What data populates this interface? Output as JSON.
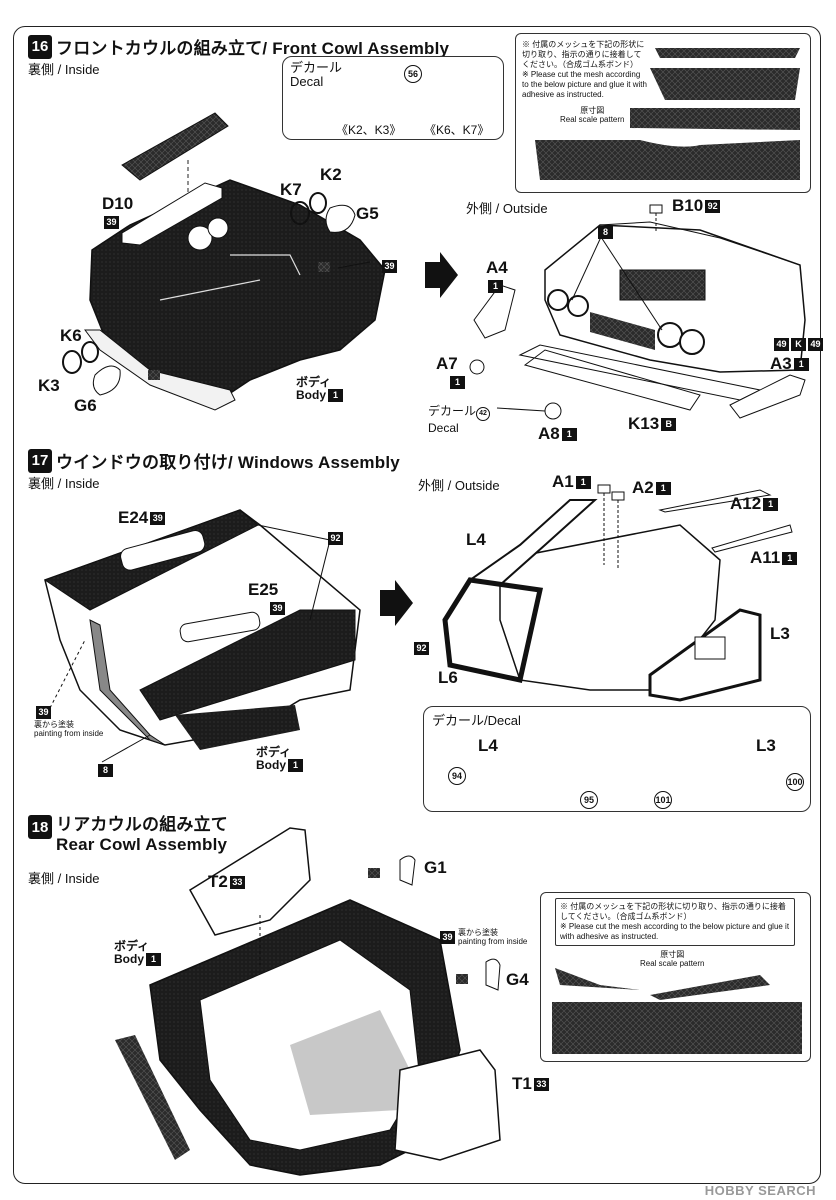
{
  "step16": {
    "number": "16",
    "title": "フロントカウルの組み立て/ Front Cowl Assembly",
    "inside": "裏側 / Inside",
    "outside": "外側 / Outside",
    "decal_box": {
      "title_jp": "デカール",
      "title_en": "Decal",
      "decal_no": "56",
      "left": "《K2、K3》",
      "right": "《K6、K7》"
    },
    "note": {
      "line1": "※ 付属のメッシュを下記の形状に切り取り、指示の通りに接着してください。（合成ゴム系ボンド）",
      "line2": "※ Please cut the mesh according to the below picture and glue it with adhesive as instructed.",
      "scale_jp": "原寸図",
      "scale_en": "Real scale pattern"
    },
    "parts": {
      "d10": "D10",
      "d10_ref": "39",
      "k7": "K7",
      "k2": "K2",
      "g5": "G5",
      "k6": "K6",
      "k3": "K3",
      "g6": "G6",
      "ref39": "39",
      "body_jp": "ボディ",
      "body_en": "Body",
      "body_ref": "1",
      "a4": "A4",
      "a4_ref": "1",
      "a7": "A7",
      "a7_ref": "1",
      "decal_jp": "デカール",
      "decal_en": "Decal",
      "decal_no": "42",
      "a8": "A8",
      "a8_ref": "1",
      "k13": "K13",
      "k13_ref": "B",
      "b10": "B10",
      "b10_ref": "92",
      "ref8": "8",
      "a3": "A3",
      "a3_ref": "1",
      "ref49a": "49",
      "ref49b": "49",
      "ref49mid": "K"
    }
  },
  "step17": {
    "number": "17",
    "title": "ウインドウの取り付け/ Windows Assembly",
    "inside": "裏側 / Inside",
    "outside": "外側 / Outside",
    "parts": {
      "e24": "E24",
      "e24_ref": "39",
      "e25": "E25",
      "e25_ref": "39",
      "ref92": "92",
      "ref39": "39",
      "paint_jp": "裏から塗装",
      "paint_en": "painting from inside",
      "ref8": "8",
      "body_jp": "ボディ",
      "body_en": "Body",
      "body_ref": "1",
      "a1": "A1",
      "a1_ref": "1",
      "a2": "A2",
      "a2_ref": "1",
      "a12": "A12",
      "a12_ref": "1",
      "a11": "A11",
      "a11_ref": "1",
      "l4": "L4",
      "l6": "L6",
      "l3": "L3",
      "l6_ref": "92"
    },
    "decal_box": {
      "title": "デカール/Decal",
      "l4": "L4",
      "l3": "L3",
      "n94": "94",
      "n95": "95",
      "n101": "101",
      "n100": "100"
    }
  },
  "step18": {
    "number": "18",
    "title_jp": "リアカウルの組み立て",
    "title_en": "Rear Cowl Assembly",
    "inside": "裏側 / Inside",
    "parts": {
      "t2": "T2",
      "t2_ref": "33",
      "g1": "G1",
      "g4": "G4",
      "t1": "T1",
      "t1_ref": "33",
      "body_jp": "ボディ",
      "body_en": "Body",
      "body_ref": "1",
      "ref39": "39",
      "paint_jp": "裏から塗装",
      "paint_en": "painting from inside"
    },
    "note": {
      "line1": "※ 付属のメッシュを下記の形状に切り取り、指示の通りに接着してください。（合成ゴム系ボンド）",
      "line2": "※ Please cut the mesh according to the below picture and glue it with adhesive as instructed.",
      "scale_jp": "原寸図",
      "scale_en": "Real scale pattern"
    }
  },
  "watermark": "HOBBY SEARCH"
}
